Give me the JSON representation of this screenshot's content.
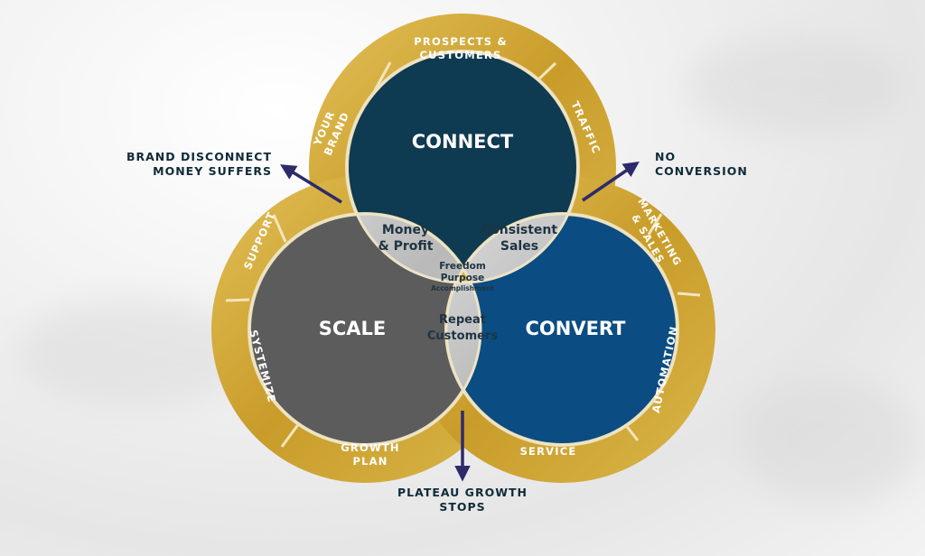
{
  "circles": {
    "connect": "CONNECT",
    "scale": "SCALE",
    "convert": "CONVERT"
  },
  "overlaps": {
    "money_profit": [
      "Money",
      "& Profit"
    ],
    "consistent_sales": [
      "Consistent",
      "Sales"
    ],
    "repeat_customers": [
      "Repeat",
      "Customers"
    ],
    "center": [
      "Freedom",
      "Purpose",
      "Accomplishment"
    ]
  },
  "ring": {
    "prospects": [
      "PROSPECTS &",
      "CUSTOMERS"
    ],
    "traffic": "TRAFFIC",
    "your_brand": [
      "YOUR",
      "BRAND"
    ],
    "support": "SUPPORT",
    "systemize": "SYSTEMIZE",
    "growth_plan": [
      "GROWTH",
      "PLAN"
    ],
    "service": "SERVICE",
    "automation": "AUTOMATION",
    "marketing_sales": [
      "MARKETING",
      "& SALES"
    ]
  },
  "outcomes": {
    "brand_disconnect": [
      "BRAND DISCONNECT",
      "MONEY SUFFERS"
    ],
    "no_conversion": [
      "NO",
      "CONVERSION"
    ],
    "plateau": [
      "PLATEAU GROWTH",
      "STOPS"
    ]
  },
  "colors": {
    "connect": "#0e3a52",
    "scale": "#5c5c5c",
    "convert": "#0b4c82",
    "gold": "#d4aa3a",
    "gold_dark": "#b98e22",
    "overlap": "#c9c9c9",
    "arrow": "#2d2a6b",
    "label": "#0f2b3a"
  }
}
